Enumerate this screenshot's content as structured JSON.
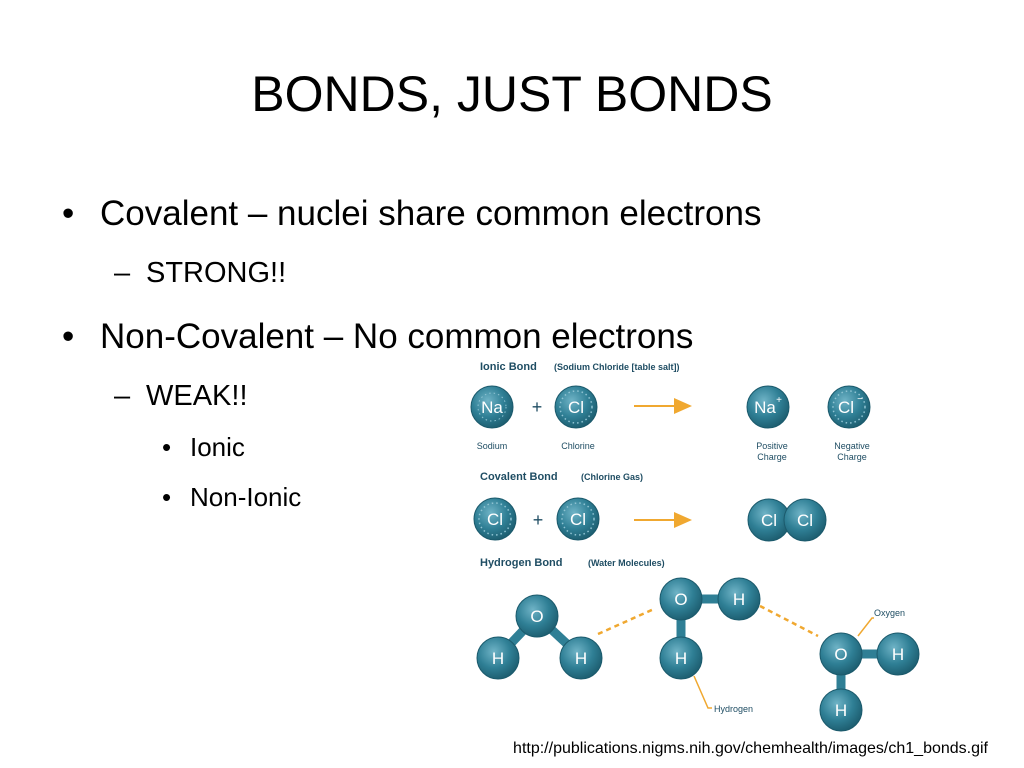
{
  "slide": {
    "title": "BONDS, JUST BONDS",
    "bullets": [
      {
        "marker": "•",
        "text": "Covalent – nuclei share common electrons"
      },
      {
        "marker": "–",
        "text": "STRONG!!"
      },
      {
        "marker": "•",
        "text": "Non-Covalent – No common electrons"
      },
      {
        "marker": "–",
        "text": "WEAK!!"
      },
      {
        "marker": "•",
        "text": "Ionic"
      },
      {
        "marker": "•",
        "text": "Non-Ionic"
      }
    ],
    "source": "http://publications.nigms.nih.gov/chemhealth/images/ch1_bonds.gif"
  },
  "figure": {
    "colors": {
      "atom": "#2f7f95",
      "atom_edge": "#1b5a6c",
      "arrow": "#f0a830",
      "text": "#1f4d63",
      "dots": "#8fc3d2"
    },
    "ionic": {
      "heading": "Ionic Bond",
      "subheading": "(Sodium Chloride [table salt])",
      "na": "Na",
      "cl": "Cl",
      "plus": "+",
      "na_ion": "Na",
      "na_sup": "+",
      "cl_ion": "Cl",
      "cl_sup": "−",
      "label_sodium": "Sodium",
      "label_chlorine": "Chlorine",
      "label_positive_1": "Positive",
      "label_positive_2": "Charge",
      "label_negative_1": "Negative",
      "label_negative_2": "Charge"
    },
    "covalent": {
      "heading": "Covalent Bond",
      "subheading": "(Chlorine Gas)",
      "cl_a": "Cl",
      "cl_b": "Cl",
      "plus": "+",
      "pair_a": "Cl",
      "pair_b": "Cl"
    },
    "hydrogen": {
      "heading": "Hydrogen Bond",
      "subheading": "(Water Molecules)",
      "o": "O",
      "h": "H",
      "label_oxygen": "Oxygen",
      "label_hydrogen": "Hydrogen"
    }
  }
}
